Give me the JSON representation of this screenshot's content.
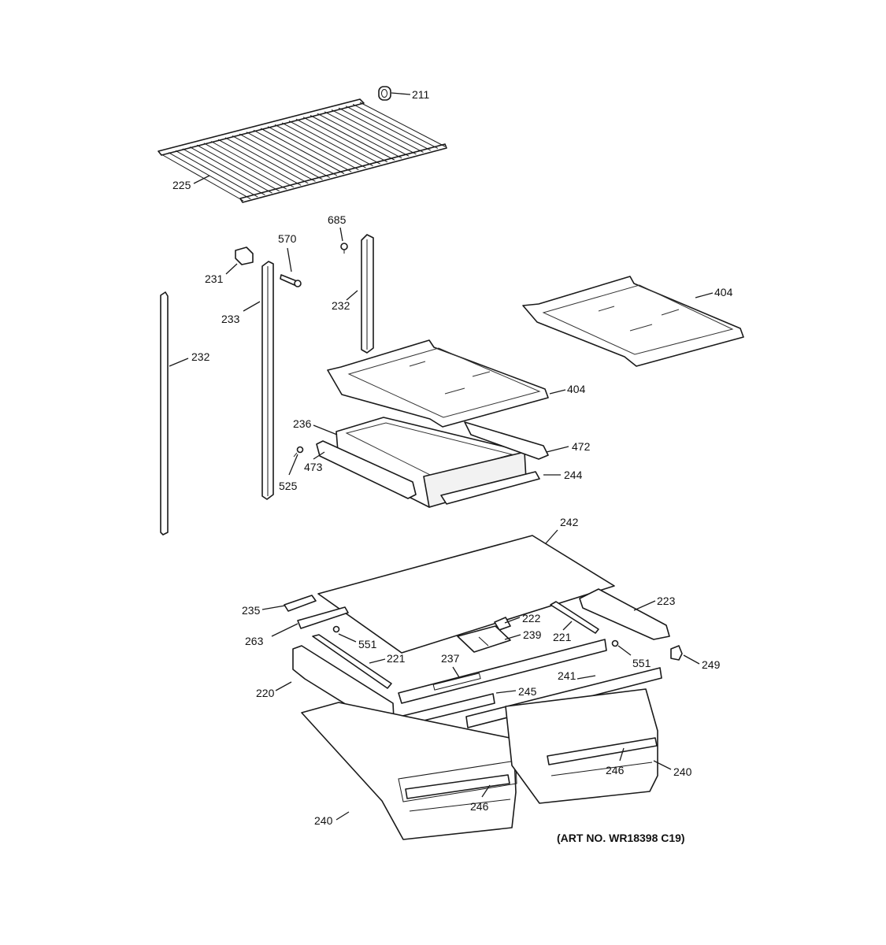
{
  "diagram": {
    "art_number": "(ART NO. WR18398 C19)",
    "callouts": {
      "c211": "211",
      "c225": "225",
      "c685": "685",
      "c570": "570",
      "c231": "231",
      "c233": "233",
      "c232_center": "232",
      "c232_left": "232",
      "c404_right": "404",
      "c404_center": "404",
      "c236": "236",
      "c472": "472",
      "c473": "473",
      "c525": "525",
      "c244": "244",
      "c242": "242",
      "c235": "235",
      "c223": "223",
      "c222": "222",
      "c239": "239",
      "c263": "263",
      "c551_left": "551",
      "c221_right": "221",
      "c221_left": "221",
      "c237": "237",
      "c551_right": "551",
      "c249": "249",
      "c220": "220",
      "c241": "241",
      "c245": "245",
      "c246_right": "246",
      "c240_right": "240",
      "c246_left": "246",
      "c240_left": "240"
    }
  }
}
